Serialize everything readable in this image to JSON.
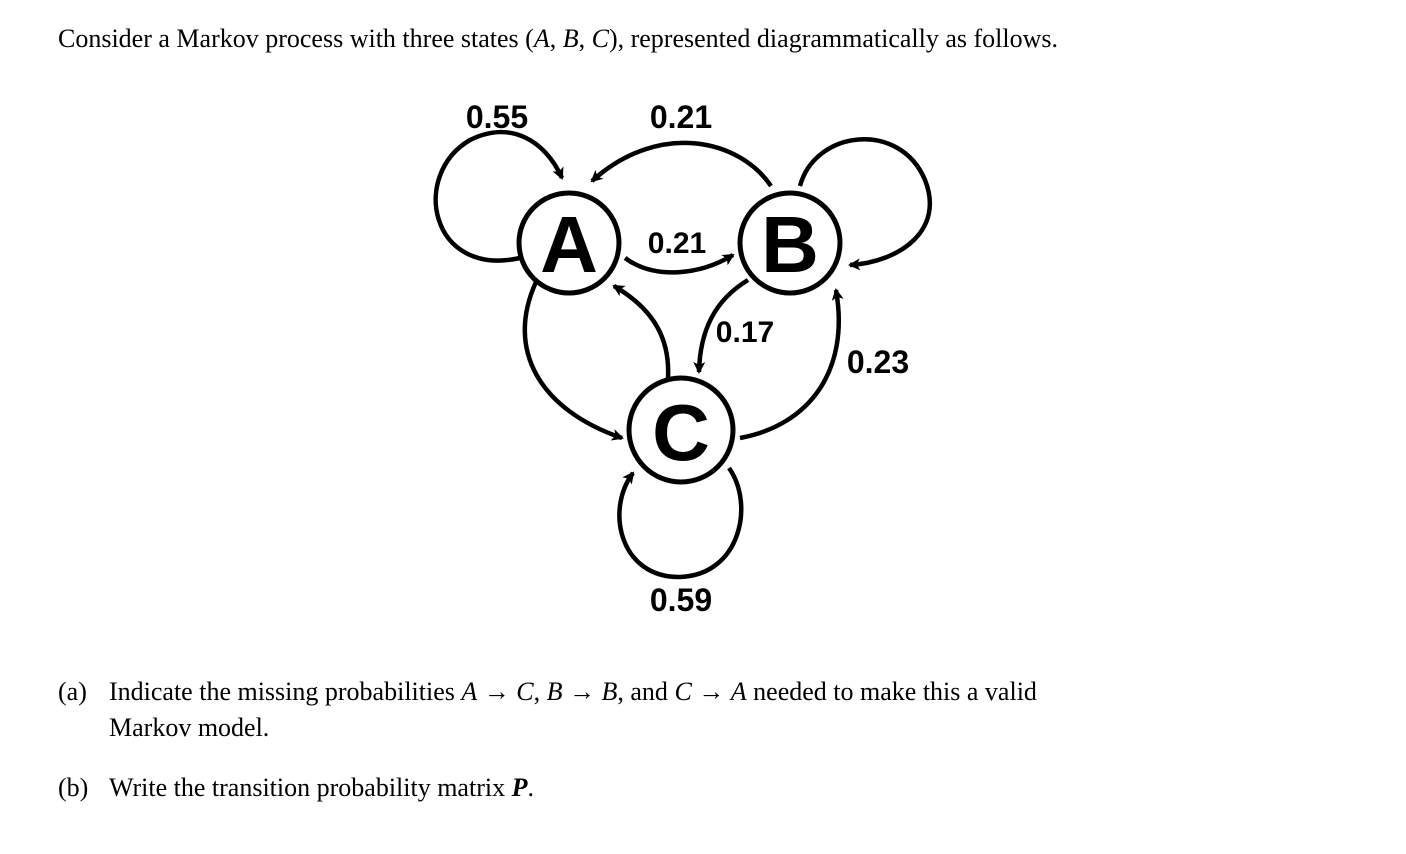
{
  "intro": {
    "text_before": "Consider a Markov process with three states (",
    "state_a": "A",
    "sep1": ", ",
    "state_b": "B",
    "sep2": ", ",
    "state_c": "C",
    "text_after": "), represented diagrammatically as follows."
  },
  "diagram": {
    "nodes": [
      {
        "id": "A",
        "label": "A"
      },
      {
        "id": "B",
        "label": "B"
      },
      {
        "id": "C",
        "label": "C"
      }
    ],
    "edges": {
      "a_to_a": "0.55",
      "b_to_a": "0.21",
      "a_to_b": "0.21",
      "b_to_c": "0.17",
      "c_to_b": "0.23",
      "c_to_c": "0.59"
    }
  },
  "questions": {
    "a": {
      "label": "(a)",
      "text1": "Indicate the missing probabilities ",
      "t1_from": "A",
      "t1_to": "C",
      "text2": ", ",
      "t2_from": "B",
      "t2_to": "B",
      "text3": ", and ",
      "t3_from": "C",
      "t3_to": "A",
      "text4": " needed to make this a valid",
      "line2": "Markov model.",
      "arrow": "→"
    },
    "b": {
      "label": "(b)",
      "text1": "Write the transition probability matrix ",
      "matrix": "P",
      "text2": "."
    }
  }
}
